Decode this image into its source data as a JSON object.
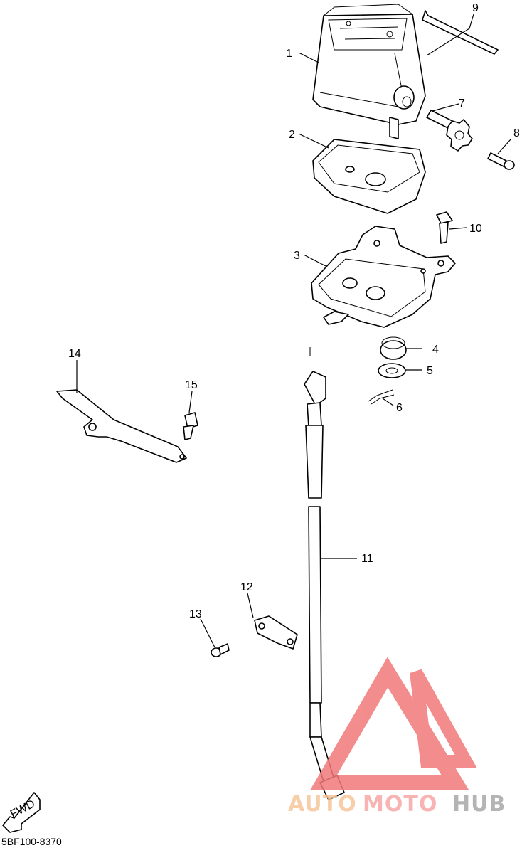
{
  "diagram": {
    "code": "5BF100-8370",
    "fwd_label": "FWD",
    "callouts": [
      "1",
      "2",
      "3",
      "4",
      "5",
      "6",
      "7",
      "8",
      "9",
      "10",
      "11",
      "12",
      "13",
      "14",
      "15"
    ]
  },
  "watermark": {
    "part1": "AUTO",
    "part2": "MOTO",
    "part3": "HUB",
    "colors": {
      "triangle": "#f27a7a",
      "auto": "#f7c69a",
      "moto": "#f7a6a6",
      "hub": "#a8a8a8"
    }
  }
}
